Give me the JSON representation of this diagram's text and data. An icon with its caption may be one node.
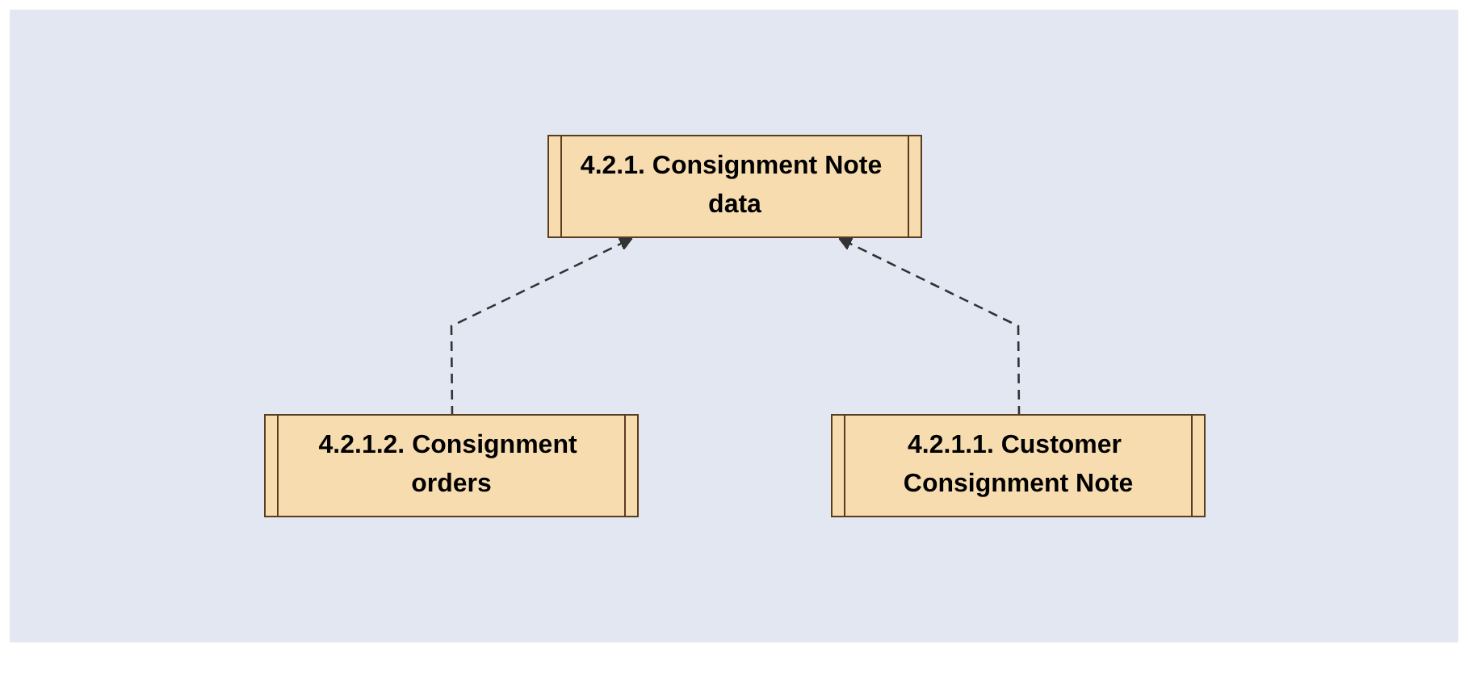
{
  "diagram": {
    "nodes": [
      {
        "text": [
          "4.2.1. Consignment Note data"
        ]
      },
      {
        "text": [
          "4.2.1.2. Consignment orders"
        ]
      },
      {
        "text": [
          "4.2.1.1. Customer Consignment Note"
        ]
      }
    ],
    "edges": [
      {
        "from": 1,
        "to": 0,
        "arrow": "to",
        "style": "dashed"
      },
      {
        "from": 2,
        "to": 0,
        "arrow": "to",
        "style": "dashed"
      }
    ]
  }
}
